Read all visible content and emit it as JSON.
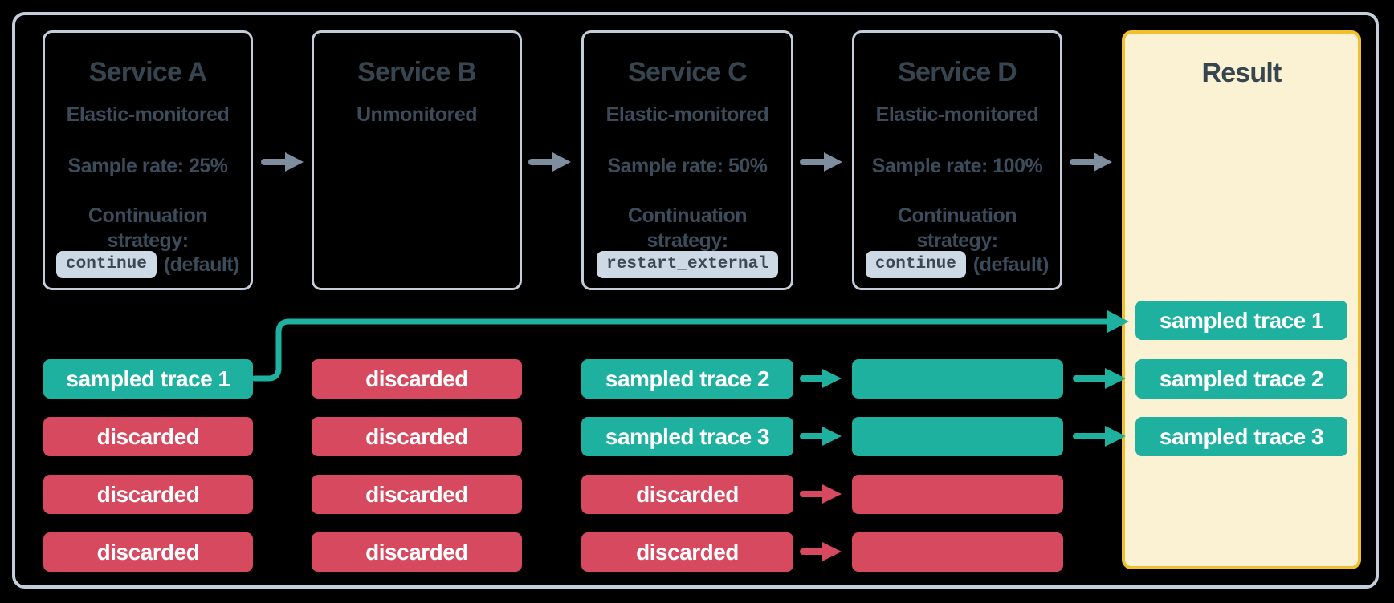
{
  "services": [
    {
      "title": "Service A",
      "subtitle": "Elastic-monitored",
      "sample_rate": "Sample rate: 25%",
      "continuation_line1": "Continuation",
      "continuation_line2": "strategy:",
      "strategy_code": "continue",
      "strategy_note": "(default)"
    },
    {
      "title": "Service B",
      "subtitle": "Unmonitored"
    },
    {
      "title": "Service C",
      "subtitle": "Elastic-monitored",
      "sample_rate": "Sample rate: 50%",
      "continuation_line1": "Continuation",
      "continuation_line2": "strategy:",
      "strategy_code": "restart_external"
    },
    {
      "title": "Service D",
      "subtitle": "Elastic-monitored",
      "sample_rate": "Sample rate: 100%",
      "continuation_line1": "Continuation",
      "continuation_line2": "strategy:",
      "strategy_code": "continue",
      "strategy_note": "(default)"
    }
  ],
  "result": {
    "title": "Result",
    "pills": [
      {
        "label": "sampled trace 1",
        "type": "sampled"
      },
      {
        "label": "sampled trace 2",
        "type": "sampled"
      },
      {
        "label": "sampled trace 3",
        "type": "sampled"
      }
    ]
  },
  "traces": {
    "a": [
      {
        "label": "sampled trace 1",
        "type": "sampled"
      },
      {
        "label": "discarded",
        "type": "discarded"
      },
      {
        "label": "discarded",
        "type": "discarded"
      },
      {
        "label": "discarded",
        "type": "discarded"
      }
    ],
    "b": [
      {
        "label": "discarded",
        "type": "discarded"
      },
      {
        "label": "discarded",
        "type": "discarded"
      },
      {
        "label": "discarded",
        "type": "discarded"
      },
      {
        "label": "discarded",
        "type": "discarded"
      }
    ],
    "c": [
      {
        "label": "sampled trace 2",
        "type": "sampled"
      },
      {
        "label": "sampled trace 3",
        "type": "sampled"
      },
      {
        "label": "discarded",
        "type": "discarded"
      },
      {
        "label": "discarded",
        "type": "discarded"
      }
    ],
    "d": [
      {
        "label": "",
        "type": "sampled"
      },
      {
        "label": "",
        "type": "sampled"
      },
      {
        "label": "",
        "type": "discarded"
      },
      {
        "label": "",
        "type": "discarded"
      }
    ]
  },
  "colors": {
    "canvas-bg": "#000000",
    "frame-border": "#C2CEDA",
    "box-border": "#C2CEDA",
    "title-text": "#36454F",
    "body-text": "#3D4C5B",
    "teal": "#1FB1A0",
    "red": "#D6495F",
    "arrow-gray": "#7E8E9E",
    "result-bg": "#FBF2D4",
    "result-border": "#F1C02E",
    "chip-bg": "#CDD9E4",
    "chip-text": "#3A4956",
    "pill-text": "#FFFFFF"
  }
}
